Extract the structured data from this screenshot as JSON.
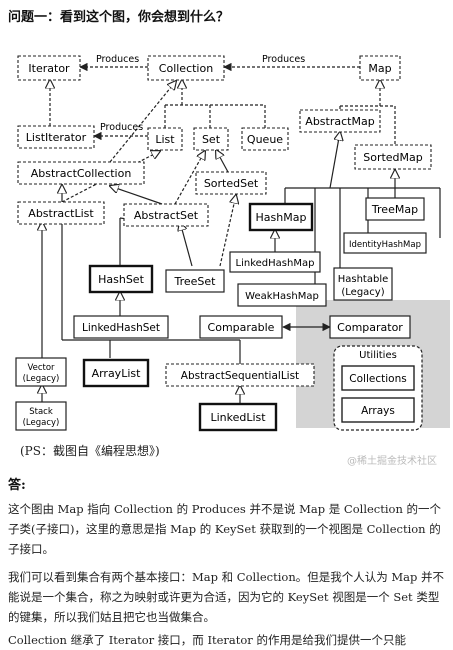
{
  "question": "问题一：看到这个图，你会想到什么？",
  "diagram": {
    "nodes": {
      "iterator": "Iterator",
      "collection": "Collection",
      "map": "Map",
      "list_iterator": "ListIterator",
      "list": "List",
      "set": "Set",
      "queue": "Queue",
      "abstract_collection": "AbstractCollection",
      "abstract_map": "AbstractMap",
      "sorted_map": "SortedMap",
      "sorted_set": "SortedSet",
      "abstract_list": "AbstractList",
      "abstract_set": "AbstractSet",
      "hash_map": "HashMap",
      "tree_map": "TreeMap",
      "identity_hash_map": "IdentityHashMap",
      "linked_hash_map": "LinkedHashMap",
      "hashtable_1": "Hashtable",
      "hashtable_2": "(Legacy)",
      "hash_set": "HashSet",
      "tree_set": "TreeSet",
      "weak_hash_map": "WeakHashMap",
      "linked_hash_set": "LinkedHashSet",
      "comparable": "Comparable",
      "comparator": "Comparator",
      "vector_1": "Vector",
      "vector_2": "(Legacy)",
      "array_list": "ArrayList",
      "abstract_sequential_list": "AbstractSequentialList",
      "utilities": "Utilities",
      "collections": "Collections",
      "stack_1": "Stack",
      "stack_2": "(Legacy)",
      "linked_list": "LinkedList",
      "arrays": "Arrays"
    },
    "edge_labels": {
      "produces_1": "Produces",
      "produces_2": "Produces",
      "produces_3": "Produces"
    }
  },
  "caption": "(PS：截图自《编程思想》)",
  "answer_label": "答:",
  "paragraphs": [
    "这个图由 Map 指向 Collection 的 Produces 并不是说 Map 是 Collection 的一个子类(子接口)，这里的意思是指 Map 的 KeySet 获取到的一个视图是 Collection 的子接口。",
    "我们可以看到集合有两个基本接口：Map 和 Collection。但是我个人认为 Map 并不能说是一个集合，称之为映射或许更为合适，因为它的 KeySet 视图是一个 Set 类型的键集，所以我们姑且把它也当做集合。",
    "Collection 继承了 Iterator 接口，而 Iterator 的作用是给我们提供一个只能"
  ],
  "watermark": "@稀土掘金技术社区"
}
